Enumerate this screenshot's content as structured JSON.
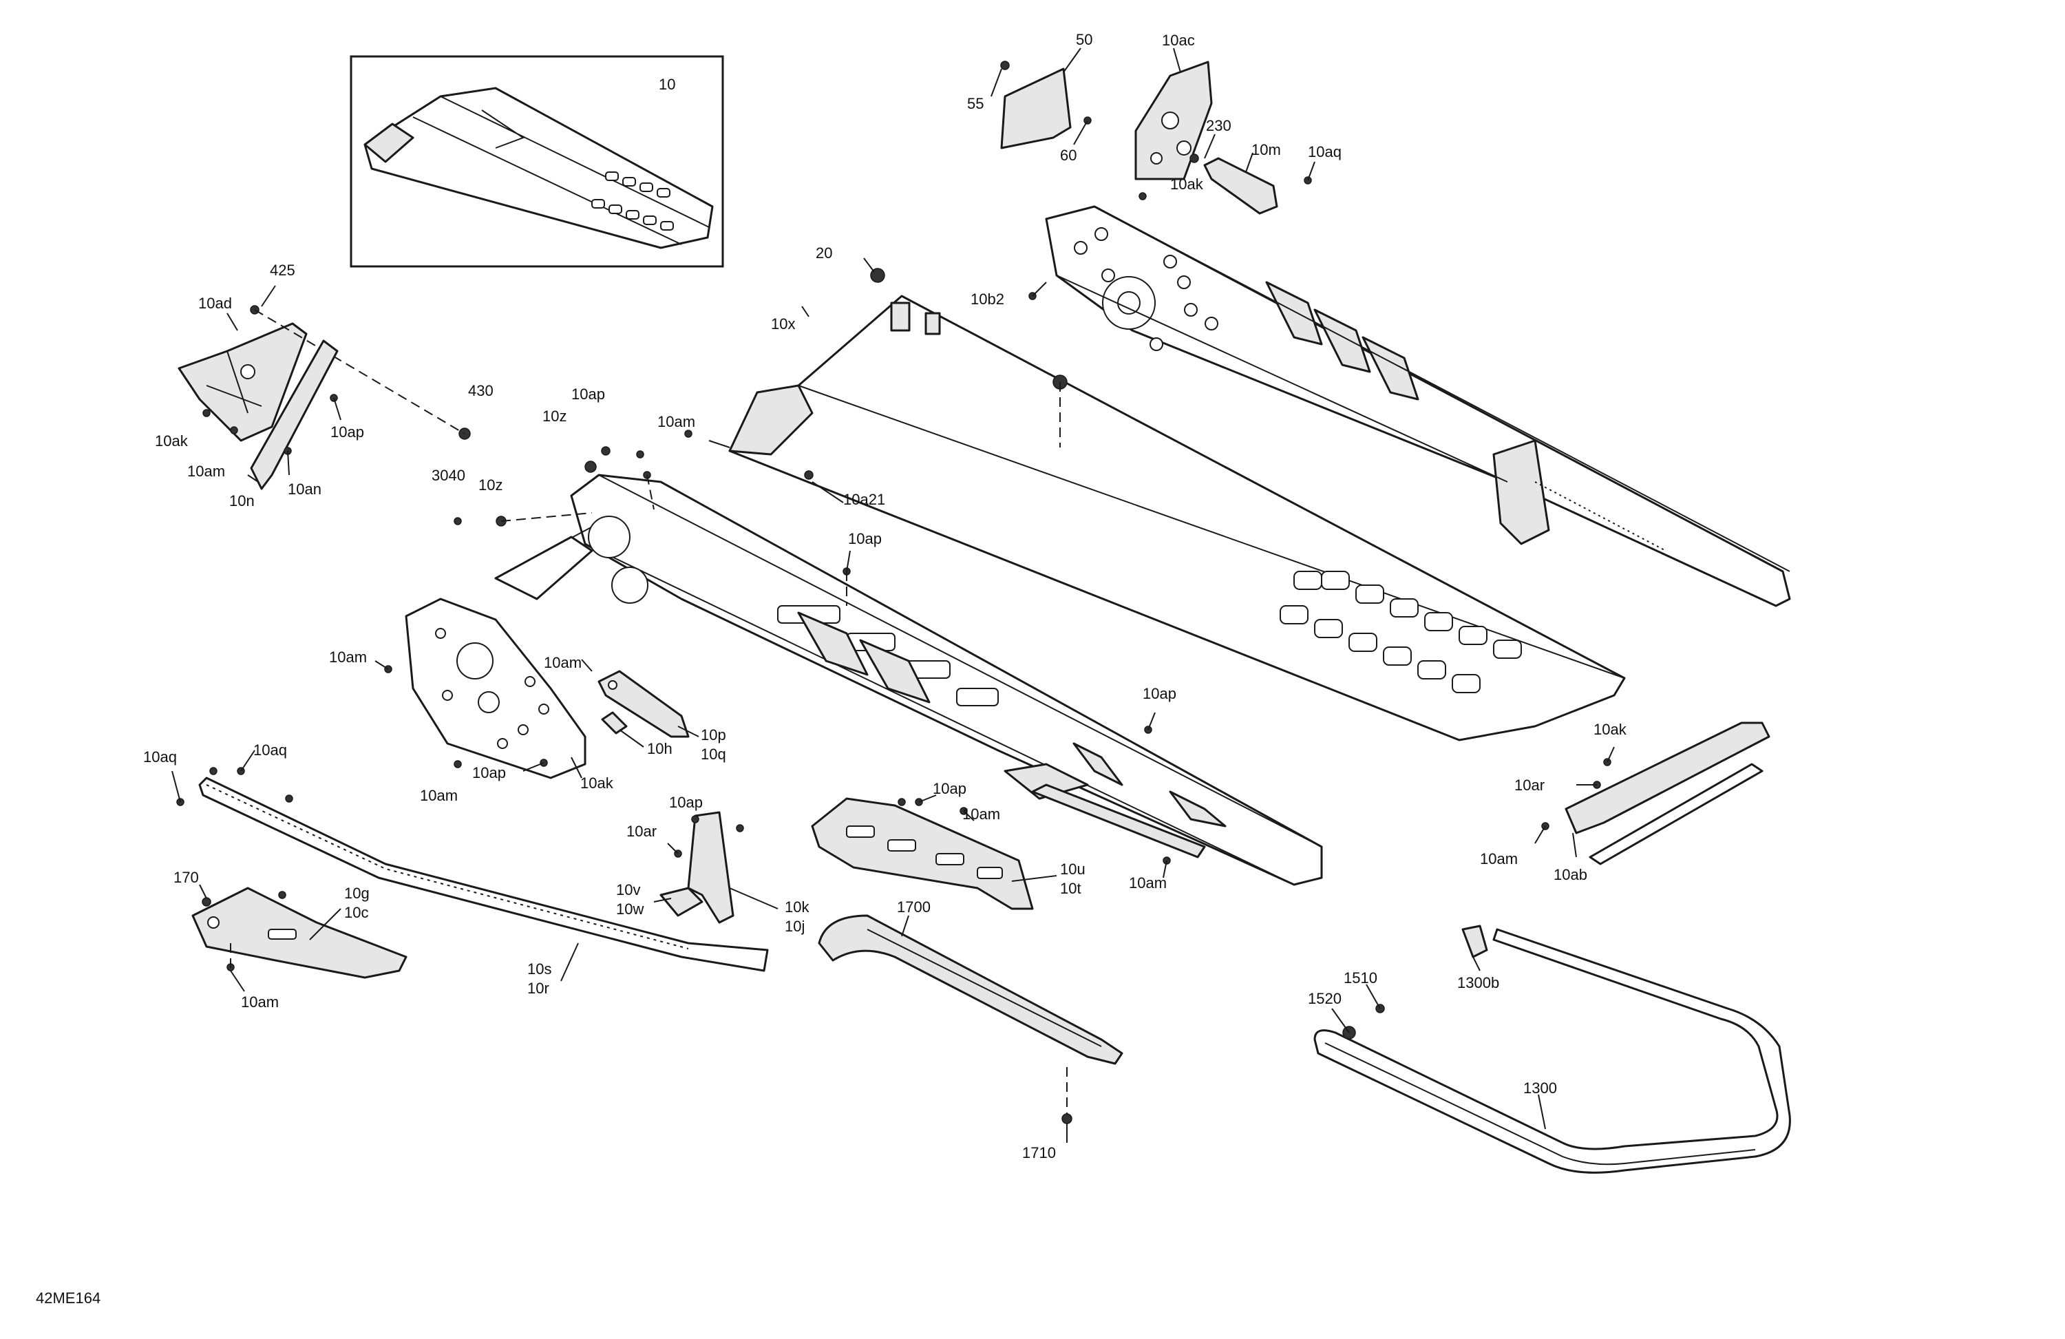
{
  "diagram_id": "42ME164",
  "inset": {
    "label": "10"
  },
  "callouts": {
    "c50": "50",
    "c55": "55",
    "c60": "60",
    "c10ac": "10ac",
    "c230": "230",
    "c10m": "10m",
    "c10aq_top": "10aq",
    "c10ak_top": "10ak",
    "c20": "20",
    "c10b2": "10b2",
    "c10x": "10x",
    "c10am_tank": "10am",
    "c10a21": "10a21",
    "c425": "425",
    "c10ad": "10ad",
    "c430": "430",
    "c10ak_left": "10ak",
    "c10ap_left": "10ap",
    "c10am_left": "10am",
    "c10n": "10n",
    "c10an": "10an",
    "c10ap_mid": "10ap",
    "c10z_a": "10z",
    "c3040": "3040",
    "c10z_b": "10z",
    "c10ap_center": "10ap",
    "c10am_plate": "10am",
    "c10am_mid": "10am",
    "c10p": "10p",
    "c10q": "10q",
    "c10h": "10h",
    "c10ap_plate": "10ap",
    "c10am_plate_b": "10am",
    "c10ak_plate": "10ak",
    "c10aq_left": "10aq",
    "c10aq_strip": "10aq",
    "c10ap_right": "10ap",
    "c10ak_right": "10ak",
    "c10ar_right": "10ar",
    "c10am_right": "10am",
    "c10ab": "10ab",
    "c10ap_bracket": "10ap",
    "c10am_bracket": "10am",
    "c10u": "10u",
    "c10t": "10t",
    "c10am_rail": "10am",
    "c10ap_k": "10ap",
    "c10ar_k": "10ar",
    "c10v": "10v",
    "c10w": "10w",
    "c10k": "10k",
    "c10j": "10j",
    "c170": "170",
    "c10g": "10g",
    "c10c": "10c",
    "c10am_bottom": "10am",
    "c10s": "10s",
    "c10r": "10r",
    "c1700": "1700",
    "c1710": "1710",
    "c1510": "1510",
    "c1520": "1520",
    "c1300b": "1300b",
    "c1300": "1300"
  }
}
